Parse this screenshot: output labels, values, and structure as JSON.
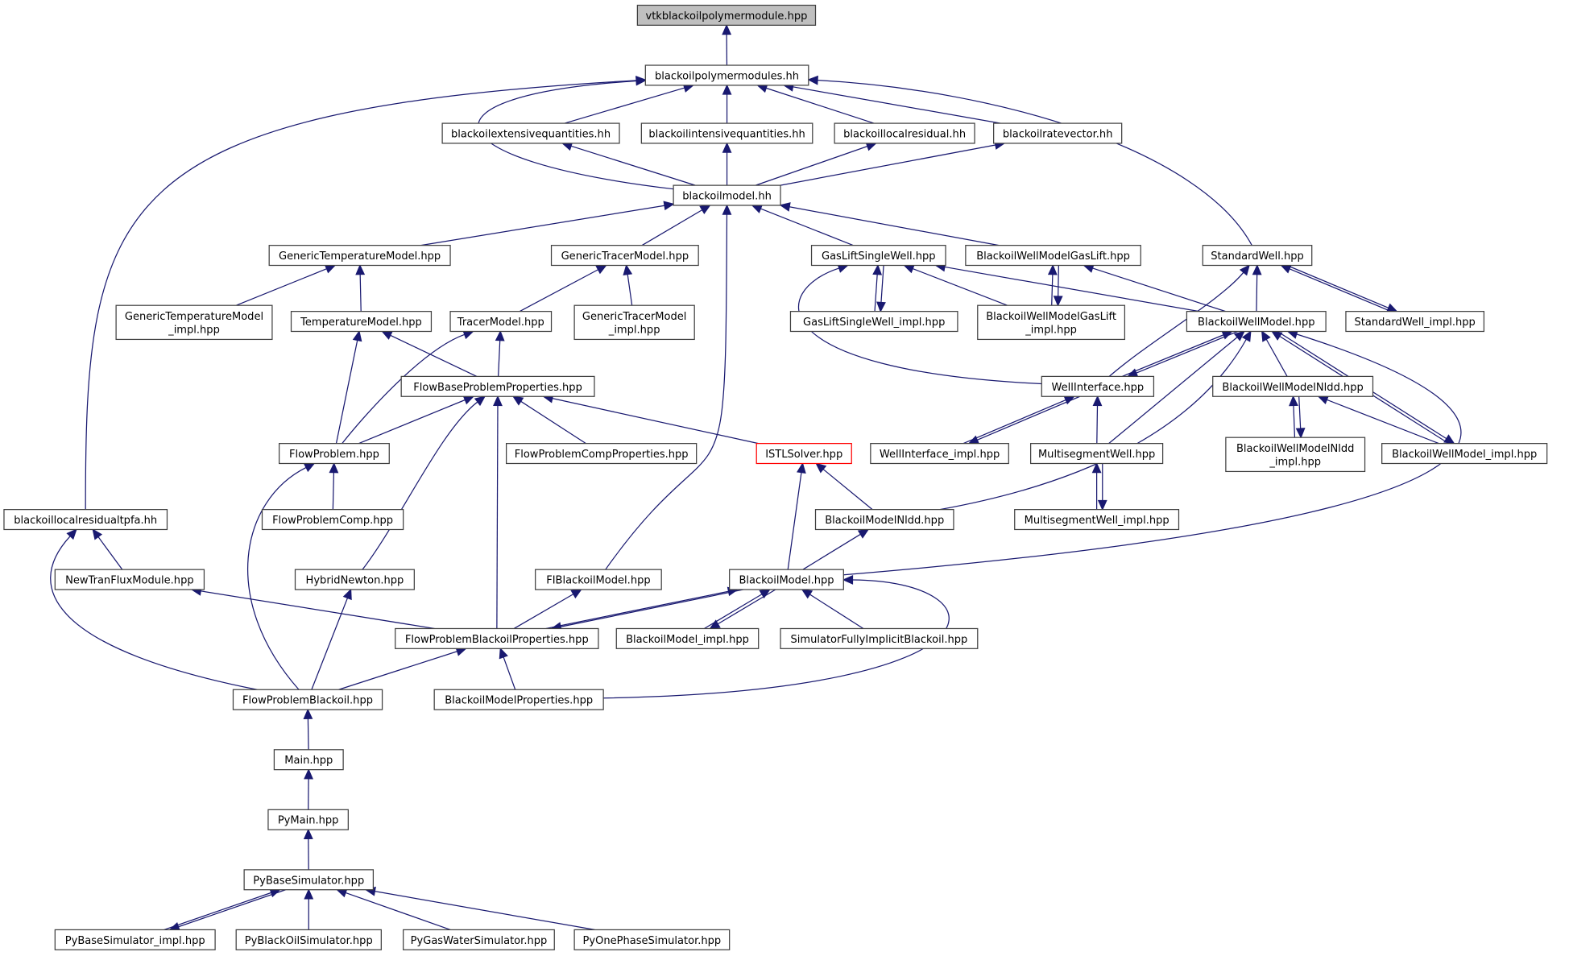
{
  "title": "vtkblackoilpolymermodule.hpp include dependency graph",
  "colors": {
    "edge": "#191970",
    "root_fill": "#bfbfbf",
    "highlight_border": "#ff0000",
    "node_border": "#404040"
  },
  "nodes": [
    {
      "id": "vtk",
      "label": [
        "vtkblackoilpolymermodule.hpp"
      ],
      "style": "root"
    },
    {
      "id": "bpm",
      "label": [
        "blackoilpolymermodules.hh"
      ]
    },
    {
      "id": "bext",
      "label": [
        "blackoilextensivequantities.hh"
      ]
    },
    {
      "id": "bint",
      "label": [
        "blackoilintensivequantities.hh"
      ]
    },
    {
      "id": "blr",
      "label": [
        "blackoillocalresidual.hh"
      ]
    },
    {
      "id": "brv",
      "label": [
        "blackoilratevector.hh"
      ]
    },
    {
      "id": "bm",
      "label": [
        "blackoilmodel.hh"
      ]
    },
    {
      "id": "gtm",
      "label": [
        "GenericTemperatureModel.hpp"
      ]
    },
    {
      "id": "gtr",
      "label": [
        "GenericTracerModel.hpp"
      ]
    },
    {
      "id": "glsw",
      "label": [
        "GasLiftSingleWell.hpp"
      ]
    },
    {
      "id": "bwmgl",
      "label": [
        "BlackoilWellModelGasLift.hpp"
      ]
    },
    {
      "id": "sw",
      "label": [
        "StandardWell.hpp"
      ]
    },
    {
      "id": "gtmi",
      "label": [
        "GenericTemperatureModel",
        "_impl.hpp"
      ]
    },
    {
      "id": "tm",
      "label": [
        "TemperatureModel.hpp"
      ]
    },
    {
      "id": "trm",
      "label": [
        "TracerModel.hpp"
      ]
    },
    {
      "id": "gtri",
      "label": [
        "GenericTracerModel",
        "_impl.hpp"
      ]
    },
    {
      "id": "glswi",
      "label": [
        "GasLiftSingleWell_impl.hpp"
      ]
    },
    {
      "id": "bwmgli",
      "label": [
        "BlackoilWellModelGasLift",
        "_impl.hpp"
      ]
    },
    {
      "id": "bwm",
      "label": [
        "BlackoilWellModel.hpp"
      ]
    },
    {
      "id": "swi",
      "label": [
        "StandardWell_impl.hpp"
      ]
    },
    {
      "id": "fbpp",
      "label": [
        "FlowBaseProblemProperties.hpp"
      ]
    },
    {
      "id": "wi",
      "label": [
        "WellInterface.hpp"
      ]
    },
    {
      "id": "bwmn",
      "label": [
        "BlackoilWellModelNldd.hpp"
      ]
    },
    {
      "id": "fp",
      "label": [
        "FlowProblem.hpp"
      ]
    },
    {
      "id": "fpcp",
      "label": [
        "FlowProblemCompProperties.hpp"
      ]
    },
    {
      "id": "istl",
      "label": [
        "ISTLSolver.hpp"
      ],
      "style": "red"
    },
    {
      "id": "wii",
      "label": [
        "WellInterface_impl.hpp"
      ]
    },
    {
      "id": "msw",
      "label": [
        "MultisegmentWell.hpp"
      ]
    },
    {
      "id": "bwmni",
      "label": [
        "BlackoilWellModelNldd",
        "_impl.hpp"
      ]
    },
    {
      "id": "bwmi",
      "label": [
        "BlackoilWellModel_impl.hpp"
      ]
    },
    {
      "id": "blrt",
      "label": [
        "blackoillocalresidualtpfa.hh"
      ]
    },
    {
      "id": "fpc",
      "label": [
        "FlowProblemComp.hpp"
      ]
    },
    {
      "id": "bmn",
      "label": [
        "BlackoilModelNldd.hpp"
      ]
    },
    {
      "id": "mswi",
      "label": [
        "MultisegmentWell_impl.hpp"
      ]
    },
    {
      "id": "ntf",
      "label": [
        "NewTranFluxModule.hpp"
      ]
    },
    {
      "id": "hn",
      "label": [
        "HybridNewton.hpp"
      ]
    },
    {
      "id": "fibm",
      "label": [
        "FIBlackoilModel.hpp"
      ]
    },
    {
      "id": "bmodel",
      "label": [
        "BlackoilModel.hpp"
      ]
    },
    {
      "id": "fpbp",
      "label": [
        "FlowProblemBlackoilProperties.hpp"
      ]
    },
    {
      "id": "bmi",
      "label": [
        "BlackoilModel_impl.hpp"
      ]
    },
    {
      "id": "sfib",
      "label": [
        "SimulatorFullyImplicitBlackoil.hpp"
      ]
    },
    {
      "id": "fpb",
      "label": [
        "FlowProblemBlackoil.hpp"
      ]
    },
    {
      "id": "bmp",
      "label": [
        "BlackoilModelProperties.hpp"
      ]
    },
    {
      "id": "main",
      "label": [
        "Main.hpp"
      ]
    },
    {
      "id": "pymain",
      "label": [
        "PyMain.hpp"
      ]
    },
    {
      "id": "pybs",
      "label": [
        "PyBaseSimulator.hpp"
      ]
    },
    {
      "id": "pybsi",
      "label": [
        "PyBaseSimulator_impl.hpp"
      ]
    },
    {
      "id": "pybo",
      "label": [
        "PyBlackOilSimulator.hpp"
      ]
    },
    {
      "id": "pygw",
      "label": [
        "PyGasWaterSimulator.hpp"
      ]
    },
    {
      "id": "pyop",
      "label": [
        "PyOnePhaseSimulator.hpp"
      ]
    }
  ]
}
